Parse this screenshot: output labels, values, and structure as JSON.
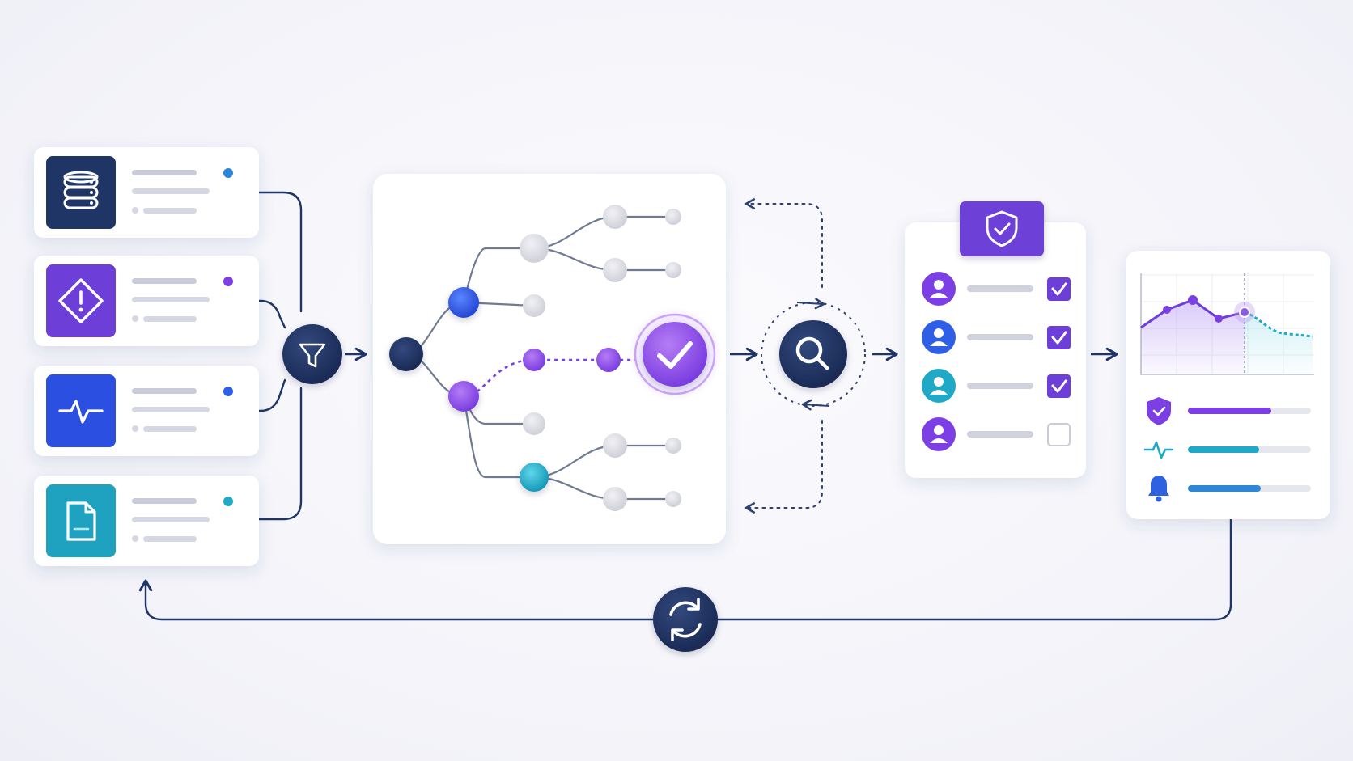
{
  "colors": {
    "navy": "#1f3566",
    "purple": "#7b3fe4",
    "purple_light": "#a86cf0",
    "blue": "#2f5fe6",
    "teal": "#1fa9c6",
    "gray_node": "#d7d7de",
    "card": "#ffffff",
    "bar_gray": "#c9cbd8",
    "track": "#e6e7ee"
  },
  "sources": [
    {
      "name": "database",
      "icon": "database-icon",
      "accent": "#1f3566",
      "dot": "#2f86d9"
    },
    {
      "name": "alert",
      "icon": "alert-diamond-icon",
      "accent": "#6d3fd8",
      "dot": "#7b3fe4"
    },
    {
      "name": "activity",
      "icon": "pulse-icon",
      "accent": "#2b4fe0",
      "dot": "#2f5fe6"
    },
    {
      "name": "document",
      "icon": "document-icon",
      "accent": "#1fa1c0",
      "dot": "#1fa9c6"
    }
  ],
  "review": {
    "items": [
      {
        "avatar_color": "#7b3fe4",
        "checked": true
      },
      {
        "avatar_color": "#2f5fe6",
        "checked": true
      },
      {
        "avatar_color": "#1fa9c6",
        "checked": true
      },
      {
        "avatar_color": "#7b3fe4",
        "checked": false
      }
    ]
  },
  "monitor": {
    "metrics": [
      {
        "icon": "shield-check-icon",
        "level": 0.68,
        "color": "#7b3fe4"
      },
      {
        "icon": "pulse-icon",
        "level": 0.58,
        "color": "#1fa9c6"
      },
      {
        "icon": "bell-icon",
        "level": 0.59,
        "color": "#2f86d9"
      }
    ]
  }
}
